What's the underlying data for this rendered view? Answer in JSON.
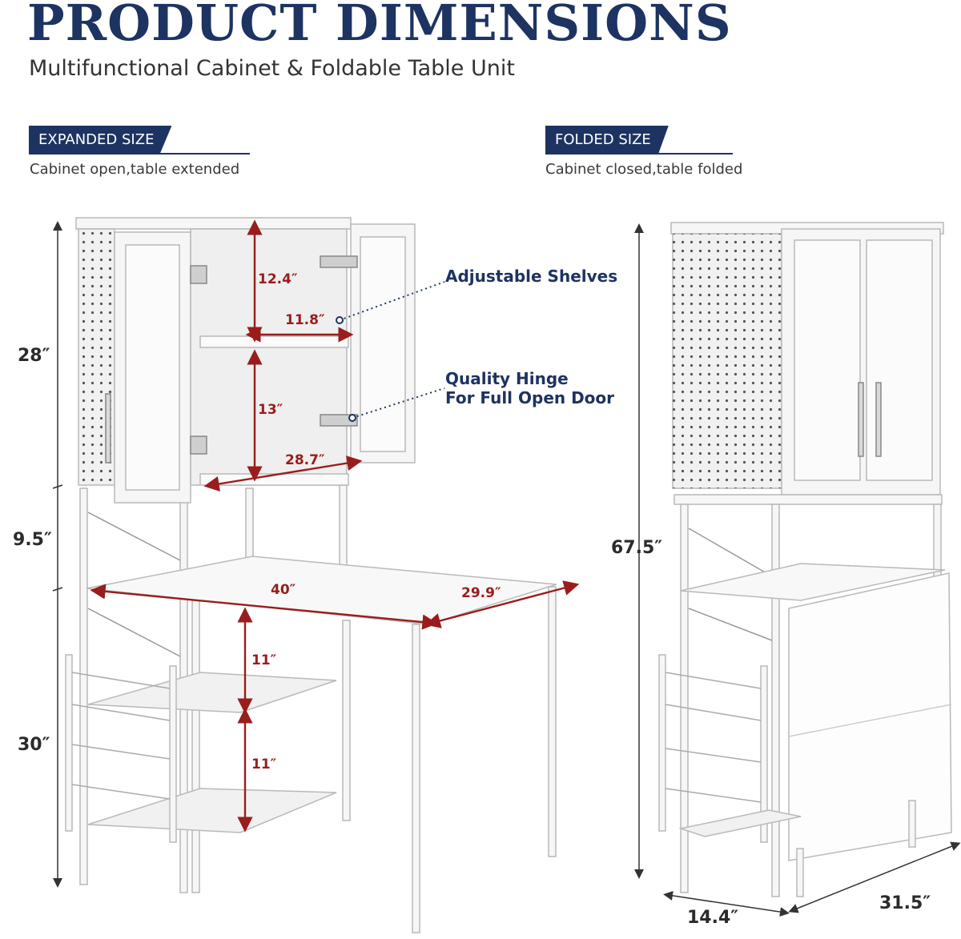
{
  "header": {
    "title": "PRODUCT DIMENSIONS",
    "subtitle": "Multifunctional Cabinet & Foldable Table Unit"
  },
  "expanded": {
    "tag": "EXPANDED SIZE",
    "desc": "Cabinet open,table extended",
    "heights": {
      "upper": "28″",
      "middle": "9.5″",
      "lower": "30″"
    },
    "shelf_height_top": "12.4″",
    "shelf_depth": "11.8″",
    "shelf_height_bottom": "13″",
    "cabinet_width": "28.7″",
    "table_width": "40″",
    "table_depth": "29.9″",
    "lower_shelf_1": "11″",
    "lower_shelf_2": "11″"
  },
  "folded": {
    "tag": "FOLDED SIZE",
    "desc": "Cabinet closed,table folded",
    "total_height": "67.5″",
    "depth": "14.4″",
    "width": "31.5″"
  },
  "callouts": {
    "shelves": "Adjustable Shelves",
    "hinge_line1": "Quality Hinge",
    "hinge_line2": "For Full Open Door"
  },
  "colors": {
    "navy": "#1d3362",
    "dim_red": "#9a1c1c",
    "furniture": "#f4f4f4"
  }
}
